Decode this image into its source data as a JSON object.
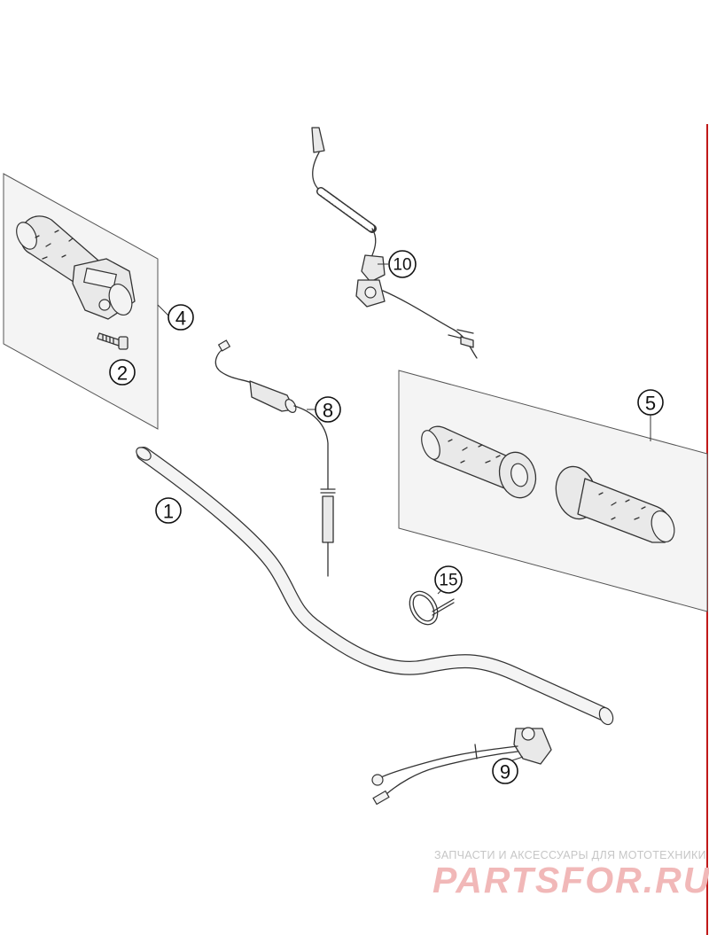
{
  "callouts": [
    {
      "label": "1"
    },
    {
      "label": "2"
    },
    {
      "label": "4"
    },
    {
      "label": "5"
    },
    {
      "label": "8"
    },
    {
      "label": "9"
    },
    {
      "label": "10"
    },
    {
      "label": "15"
    }
  ],
  "watermark": {
    "tagline": "ЗАПЧАСТИ И АКСЕССУАРЫ ДЛЯ МОТОТЕХНИКИ",
    "logo": "PARTSFOR.RU"
  }
}
